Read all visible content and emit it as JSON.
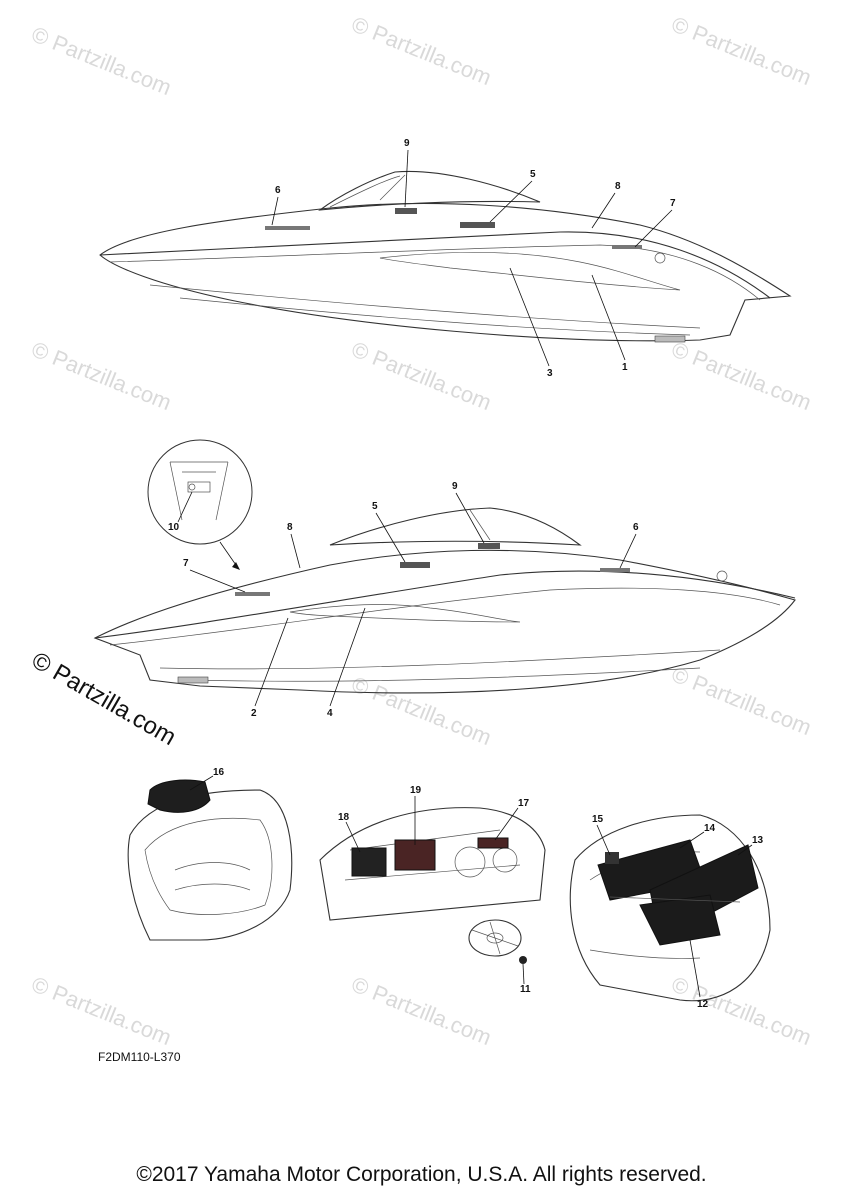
{
  "watermarks": {
    "text": "© Partzilla.com"
  },
  "diagram": {
    "code": "F2DM110-L370",
    "callouts": [
      "1",
      "2",
      "3",
      "4",
      "5",
      "6",
      "7",
      "8",
      "9",
      "10",
      "11",
      "12",
      "13",
      "14",
      "15",
      "16",
      "17",
      "18",
      "19"
    ]
  },
  "footer": {
    "copyright": "©2017 Yamaha Motor Corporation, U.S.A. All rights reserved."
  }
}
